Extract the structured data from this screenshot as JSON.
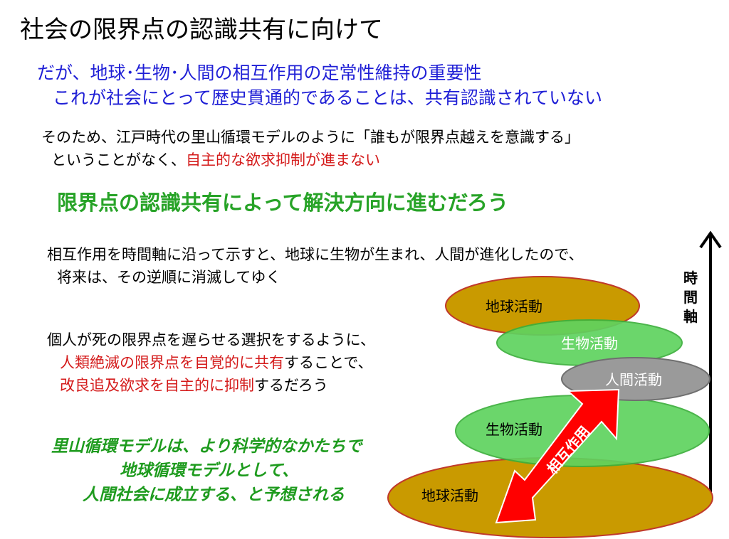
{
  "title": "社会の限界点の認識共有に向けて",
  "intro": {
    "line1": "だが、地球･生物･人間の相互作用の定常性維持の重要性",
    "line2": "これが社会にとって歴史貫通的であることは、共有認識されていない"
  },
  "reason": {
    "line1": "そのため、江戸時代の里山循環モデルのように「誰もが限界点越えを意識する」",
    "line2_plain": "ということがなく、",
    "line2_red": "自主的な欲求抑制が進まない"
  },
  "headline": "限界点の認識共有によって解決方向に進むだろう",
  "timeline_text": {
    "line1": "相互作用を時間軸に沿って示すと、地球に生物が生まれ、人間が進化したので、",
    "line2": "将来は、その逆順に消滅してゆく"
  },
  "analogy": {
    "line1": "個人が死の限界点を遅らせる選択をするように、",
    "line2_red": "人類絶滅の限界点を自覚的に共有",
    "line2_plain": "することで、",
    "line3_red": "改良追及欲求を自主的に抑制",
    "line3_plain": "するだろう"
  },
  "prediction": {
    "line1": "里山循環モデルは、より科学的なかたちで",
    "line2": "地球循環モデルとして、",
    "line3": "人間社会に成立する、と予想される"
  },
  "diagram": {
    "axis_label": [
      "時",
      "間",
      "軸"
    ],
    "top_earth": "地球活動",
    "top_bio": "生物活動",
    "human": "人間活動",
    "bottom_bio": "生物活動",
    "bottom_earth": "地球活動",
    "arrow_label": "相互作用",
    "colors": {
      "earth": "#c99a00",
      "earth_border": "#c0392b",
      "bio": "#5fd35f",
      "human": "#9a9a9a",
      "arrow": "#ff0000"
    }
  }
}
